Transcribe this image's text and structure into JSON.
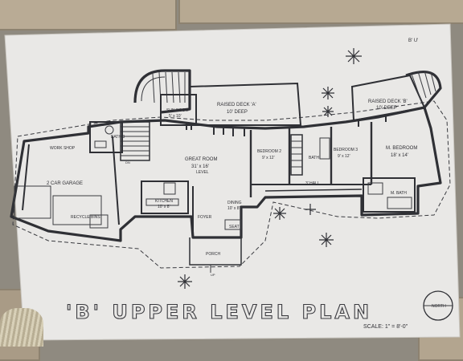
{
  "plan": {
    "title": "'B' UPPER LEVEL PLAN",
    "scale": "SCALE: 1\" = 8'-0\"",
    "north": "NORTH",
    "corner_mark": "B' U'"
  },
  "rooms": {
    "sun_room": "SUN ROOM",
    "sun_room_size": "5' x 10'",
    "raised_deck_a": "RAISED DECK 'A'",
    "raised_deck_a_depth": "10' DEEP",
    "raised_deck_b": "RAISED DECK 'B'",
    "raised_deck_b_depth": "10' DEEP",
    "bath_3": "BATH 3",
    "work_shop": "WORK SHOP",
    "great_room": "GREAT ROOM",
    "great_room_size": "31' x 16'",
    "bedroom_2": "BEDROOM 2",
    "bedroom_2_size": "9' x 12'",
    "bath_2": "BATH",
    "bedroom_3": "BEDROOM 3",
    "bedroom_3_size": "9' x 12'",
    "m_bedroom": "M. BEDROOM",
    "m_bedroom_size": "18' x 14'",
    "two_car_garage": "2 CAR GARAGE",
    "recycle_bins": "RECYCLE BINS",
    "kitchen": "KITCHEN",
    "kitchen_size": "10' x 8'",
    "dining": "DINING",
    "dining_size": "10' x 8'",
    "foyer": "FOYER",
    "seat": "SEAT",
    "porch": "PORCH",
    "hall": "3' HALL",
    "m_bath": "M. BATH",
    "up": "UP",
    "dn": "DN",
    "level_note": "LEVEL"
  }
}
